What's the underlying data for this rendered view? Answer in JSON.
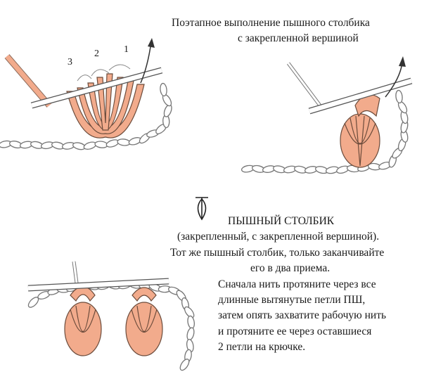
{
  "title": {
    "line1": "Поэтапное выполнение пышного столбика",
    "line2": "с закрепленной вершиной"
  },
  "step_labels": [
    "3",
    "2",
    "1"
  ],
  "section": {
    "heading": "ПЫШНЫЙ СТОЛБИК",
    "lines": [
      "(закрепленный, с закрепленной вершиной).",
      "Тот же пышный столбик, только заканчивайте",
      "его в два приема.",
      "Сначала нить протяните через все",
      "длинные вытянутые петли ПШ,",
      "затем опять захватите рабочую нить",
      "и протяните ее через оставшиеся",
      "2 петли на крючке."
    ]
  },
  "colors": {
    "yarn": "#f2ab8c",
    "outline": "#6b6b6b",
    "chain": "#ffffff"
  }
}
